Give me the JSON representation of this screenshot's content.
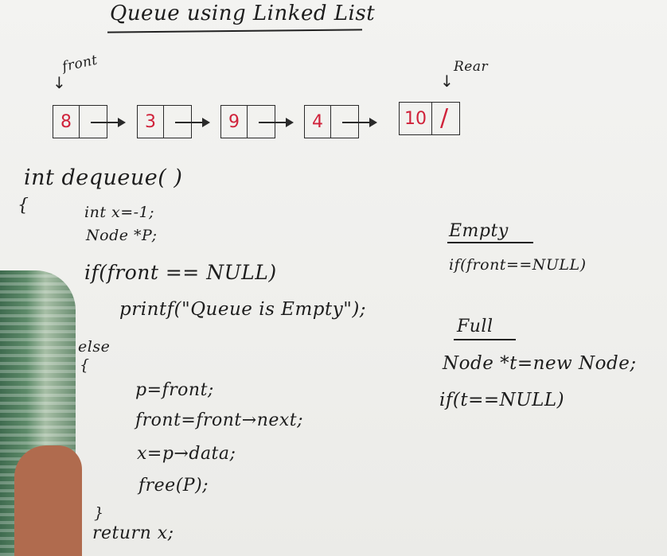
{
  "title": "Queue using Linked List",
  "pointers": {
    "front": "front",
    "rear": "Rear"
  },
  "nodes": [
    {
      "value": "8"
    },
    {
      "value": "3"
    },
    {
      "value": "9"
    },
    {
      "value": "4"
    },
    {
      "value": "10",
      "null_marker": "/"
    }
  ],
  "code": {
    "signature": "int dequeue( )",
    "open_brace": "{",
    "lines": [
      "int x=-1;",
      "Node *P;",
      "if(front == NULL)",
      "printf(\"Queue is Empty\");",
      "else",
      "{",
      "p=front;",
      "front=front→next;",
      "x=p→data;",
      "free(P);",
      "}",
      "return x;"
    ]
  },
  "notes": {
    "empty_heading": "Empty",
    "empty_condition": "if(front==NULL)",
    "full_heading": "Full",
    "full_line1": "Node *t=new Node;",
    "full_line2": "if(t==NULL)"
  },
  "colors": {
    "node_values": "#d0223a",
    "ink": "#1d1d1d",
    "board": "#f0f0ee"
  }
}
